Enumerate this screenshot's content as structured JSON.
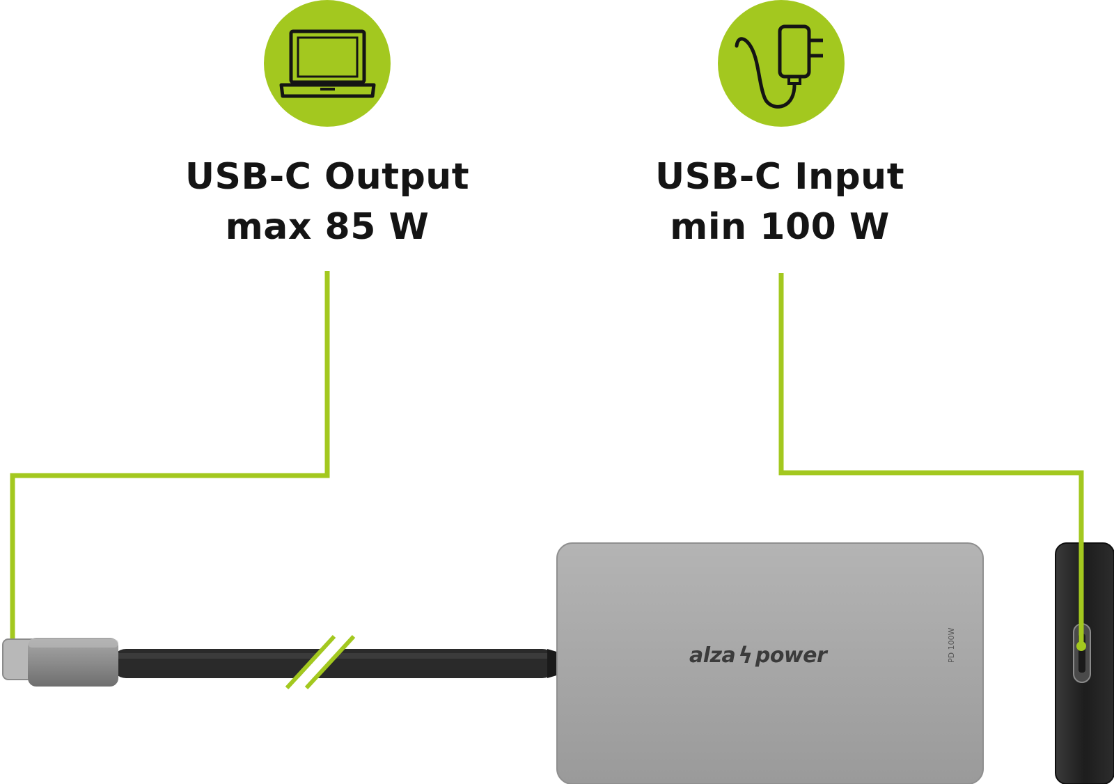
{
  "output": {
    "title": "USB-C Output",
    "subtitle": "max 85 W",
    "icon": "laptop-icon"
  },
  "input": {
    "title": "USB-C Input",
    "subtitle": "min 100 W",
    "icon": "power-adapter-icon"
  },
  "device": {
    "brand_left": "alza",
    "brand_right": "power",
    "port_label": "PD 100W"
  },
  "colors": {
    "accent": "#a3c81f",
    "text": "#141414",
    "hub": "#a6a6a6",
    "cable": "#2a2a2a"
  }
}
